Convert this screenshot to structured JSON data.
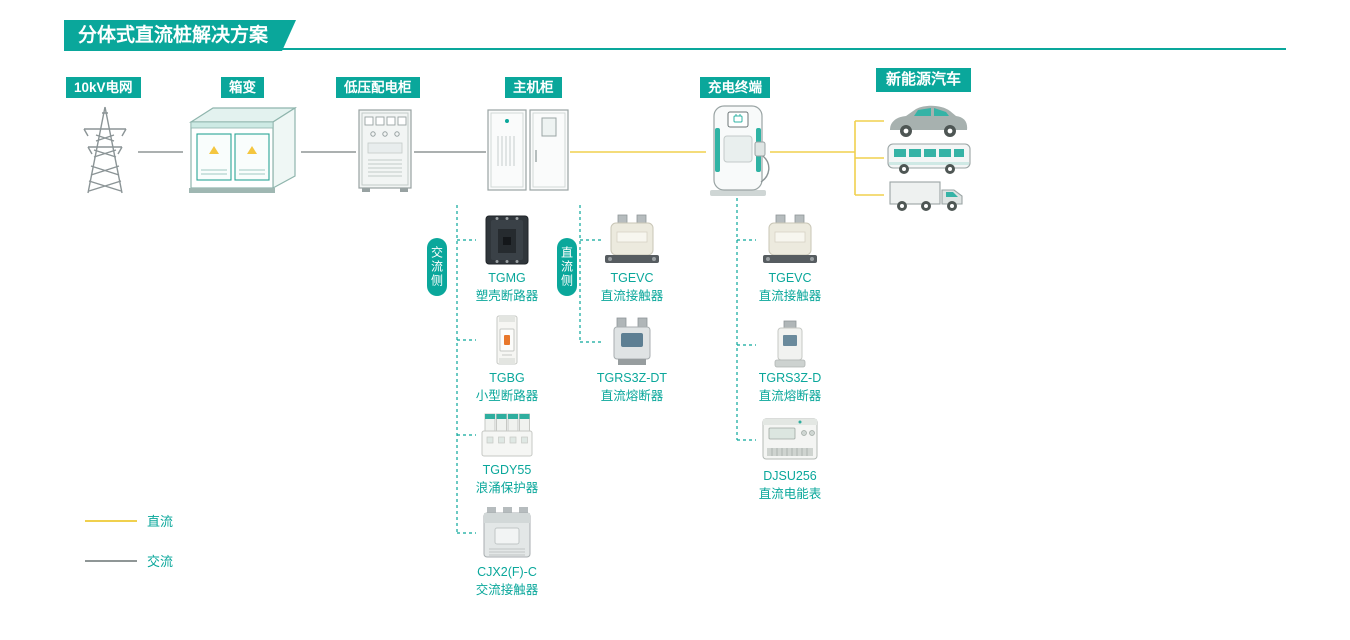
{
  "title": "分体式直流桩解决方案",
  "colors": {
    "accent_teal": "#0AA79B",
    "dc_yellow": "#F0D04E",
    "ac_gray": "#8F9696"
  },
  "chain": [
    {
      "label": "10kV电网",
      "icon": "transmission-tower-icon"
    },
    {
      "label": "箱变",
      "icon": "box-transformer-icon"
    },
    {
      "label": "低压配电柜",
      "icon": "lv-distribution-cabinet-icon"
    },
    {
      "label": "主机柜",
      "icon": "main-cabinet-icon"
    },
    {
      "label": "充电终端",
      "icon": "charging-terminal-icon"
    },
    {
      "label": "新能源汽车",
      "icon": "ev-vehicles-icon"
    }
  ],
  "sides": {
    "ac": "交流侧",
    "dc": "直流侧"
  },
  "products_ac": [
    {
      "model": "TGMG",
      "desc": "塑壳断路器"
    },
    {
      "model": "TGBG",
      "desc": "小型断路器"
    },
    {
      "model": "TGDY55",
      "desc": "浪涌保护器"
    },
    {
      "model": "CJX2(F)-C",
      "desc": "交流接触器"
    }
  ],
  "products_dc": [
    {
      "model": "TGEVC",
      "desc": "直流接触器"
    },
    {
      "model": "TGRS3Z-DT",
      "desc": "直流熔断器"
    }
  ],
  "products_terminal": [
    {
      "model": "TGEVC",
      "desc": "直流接触器"
    },
    {
      "model": "TGRS3Z-D",
      "desc": "直流熔断器"
    },
    {
      "model": "DJSU256",
      "desc": "直流电能表"
    }
  ],
  "legend": [
    {
      "label": "直流",
      "color": "#F0D04E"
    },
    {
      "label": "交流",
      "color": "#8F9696"
    }
  ]
}
